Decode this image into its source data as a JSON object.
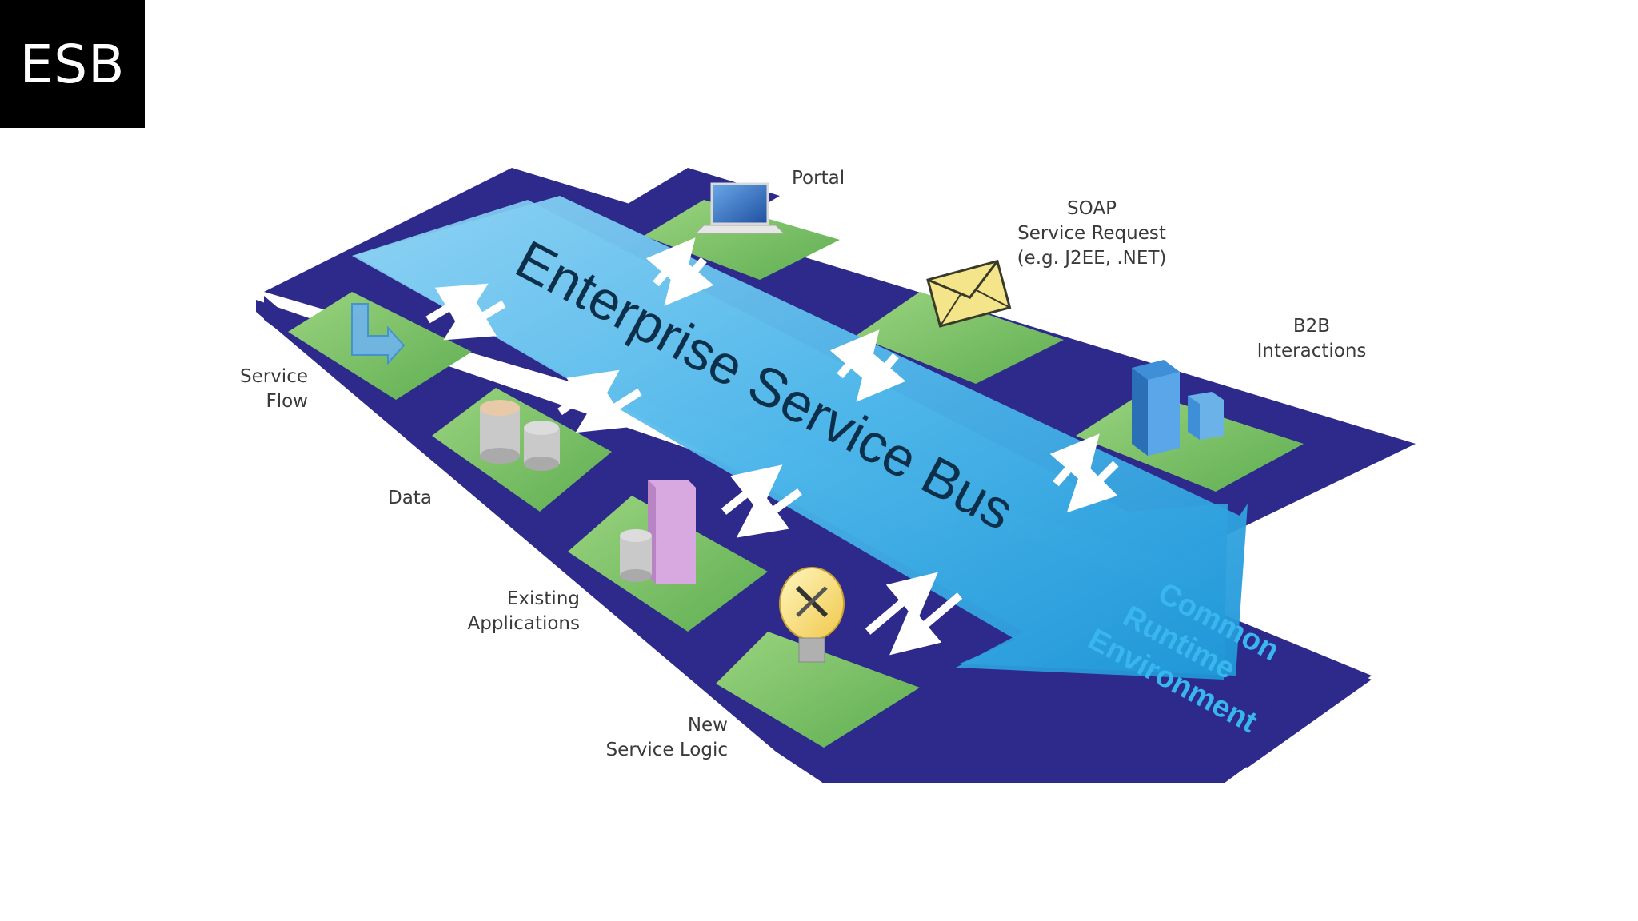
{
  "slide": {
    "title": "ESB"
  },
  "diagram": {
    "bus_label": "Enterprise Service Bus",
    "runtime_label": [
      "Common",
      "Runtime",
      "Environment"
    ],
    "nodes": {
      "portal": {
        "label": [
          "Portal"
        ],
        "icon": "laptop-icon"
      },
      "soap": {
        "label": [
          "SOAP",
          "Service Request",
          "(e.g. J2EE, .NET)"
        ],
        "icon": "envelope-icon"
      },
      "b2b": {
        "label": [
          "B2B",
          "Interactions"
        ],
        "icon": "server-building-icon"
      },
      "service_flow": {
        "label": [
          "Service",
          "Flow"
        ],
        "icon": "flow-arrow-icon"
      },
      "data": {
        "label": [
          "Data"
        ],
        "icon": "database-icon"
      },
      "existing_apps": {
        "label": [
          "Existing",
          "Applications"
        ],
        "icon": "application-server-icon"
      },
      "new_logic": {
        "label": [
          "New",
          "Service Logic"
        ],
        "icon": "lightbulb-tools-icon"
      }
    },
    "colors": {
      "platform": "#2e2a8c",
      "tile": "#7cc26a",
      "bus": "#4fb7ea",
      "text": "#3a3a3a"
    }
  }
}
